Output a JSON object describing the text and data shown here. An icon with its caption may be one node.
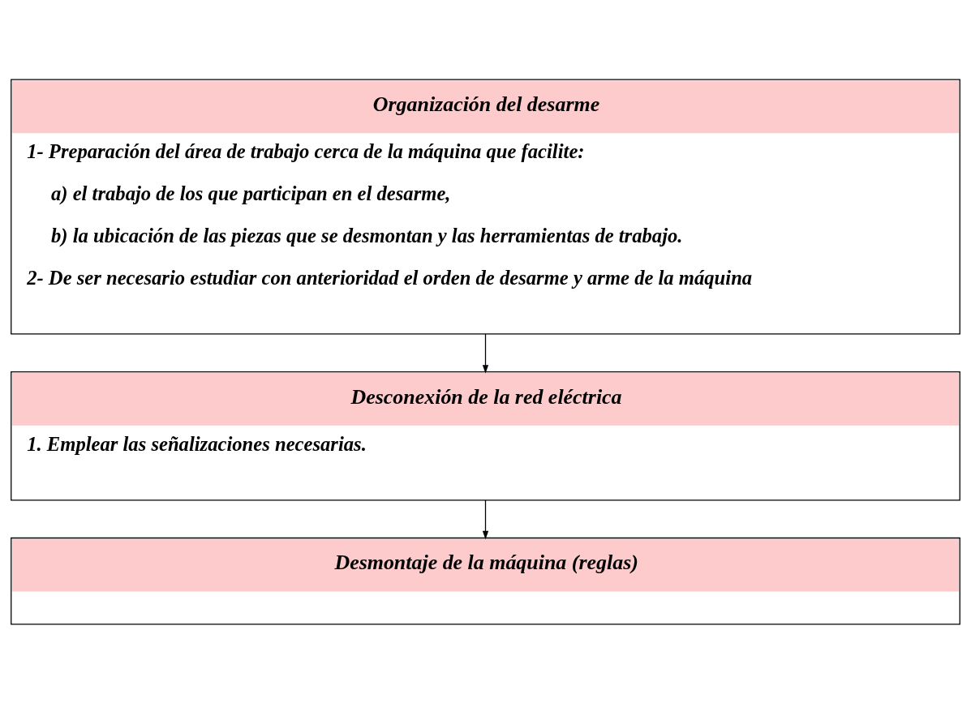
{
  "diagram": {
    "nodes": [
      {
        "text": [
          "Organización del desarme",
          "1- Preparación del área de trabajo cerca de la máquina que facilite:",
          "a) el trabajo de los que participan en el desarme,",
          "b) la ubicación de las piezas que se desmontan y las herramientas de trabajo.",
          "2- De ser necesario estudiar con anterioridad el orden de desarme y arme de la máquina"
        ]
      },
      {
        "text": [
          "Desconexión de la red eléctrica",
          "1. Emplear las señalizaciones necesarias."
        ]
      },
      {
        "text": [
          "Desmontaje de la máquina (reglas)"
        ]
      }
    ],
    "edges": [
      {
        "from": 0,
        "to": 1,
        "arrow": "to"
      },
      {
        "from": 1,
        "to": 2,
        "arrow": "to"
      }
    ]
  }
}
